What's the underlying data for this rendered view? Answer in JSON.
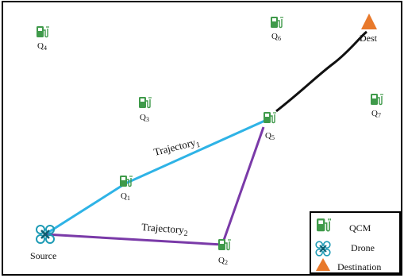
{
  "nodes": [
    {
      "id": "Q4",
      "label": "Q",
      "sub": "4",
      "kind": "qcm"
    },
    {
      "id": "Q6",
      "label": "Q",
      "sub": "6",
      "kind": "qcm"
    },
    {
      "id": "Q3",
      "label": "Q",
      "sub": "3",
      "kind": "qcm"
    },
    {
      "id": "Q7",
      "label": "Q",
      "sub": "7",
      "kind": "qcm"
    },
    {
      "id": "Q5",
      "label": "Q",
      "sub": "5",
      "kind": "qcm"
    },
    {
      "id": "Q1",
      "label": "Q",
      "sub": "1",
      "kind": "qcm"
    },
    {
      "id": "Q2",
      "label": "Q",
      "sub": "2",
      "kind": "qcm"
    },
    {
      "id": "Source",
      "label": "Source",
      "sub": "",
      "kind": "drone"
    },
    {
      "id": "Dest",
      "label": "Dest",
      "sub": "",
      "kind": "destination"
    }
  ],
  "trajectories": [
    {
      "name": "Trajectory",
      "sub": "1",
      "color": "#2eb3e6",
      "path": [
        "Source",
        "Q1",
        "Q5"
      ]
    },
    {
      "name": "Trajectory",
      "sub": "2",
      "color": "#7a3aa8",
      "path": [
        "Source",
        "Q2",
        "Q5"
      ]
    },
    {
      "name": "",
      "sub": "",
      "color": "#111111",
      "path": [
        "Q5",
        "Dest"
      ]
    }
  ],
  "legend": {
    "items": [
      {
        "icon": "qcm-icon",
        "label": "QCM"
      },
      {
        "icon": "drone-icon",
        "label": "Drone"
      },
      {
        "icon": "destination-icon",
        "label": "Destination"
      }
    ]
  },
  "colors": {
    "qcm": "#3f9a4a",
    "drone": "#1e9bb5",
    "destination": "#e8792b",
    "frame": "#000000"
  }
}
